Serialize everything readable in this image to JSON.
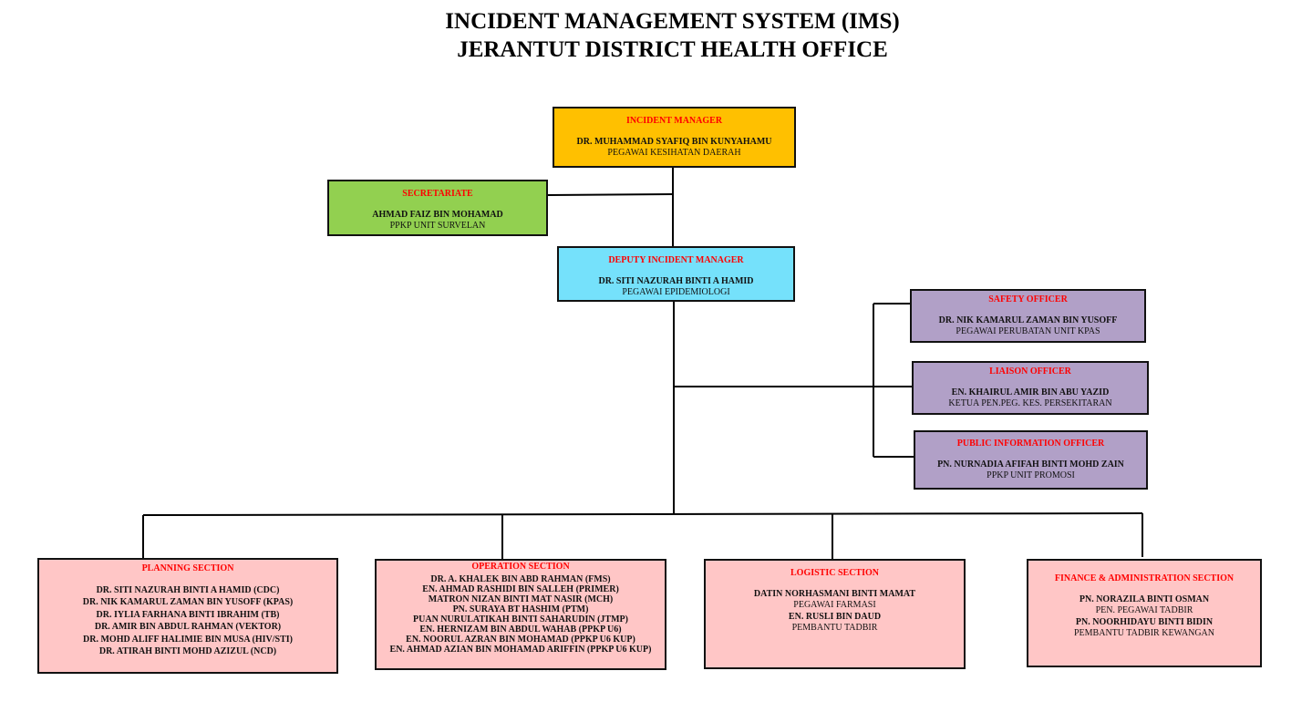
{
  "title": {
    "line1": "INCIDENT MANAGEMENT SYSTEM (IMS)",
    "line2": "JERANTUT DISTRICT HEALTH OFFICE"
  },
  "colors": {
    "manager": "#ffc000",
    "secretariate": "#92d050",
    "deputy": "#75e1fb",
    "officer": "#b1a0c7",
    "section": "#ffc6c6",
    "role_text": "#ff0000"
  },
  "incident_manager": {
    "role": "INCIDENT MANAGER",
    "name": "DR. MUHAMMAD SYAFIQ BIN KUNYAHAMU",
    "position": "PEGAWAI KESIHATAN DAERAH"
  },
  "secretariate": {
    "role": "SECRETARIATE",
    "name": "AHMAD FAIZ BIN MOHAMAD",
    "position": "PPKP UNIT SURVELAN"
  },
  "deputy": {
    "role": "DEPUTY INCIDENT MANAGER",
    "name": "DR. SITI NAZURAH BINTI A HAMID",
    "position": "PEGAWAI EPIDEMIOLOGI"
  },
  "safety": {
    "role": "SAFETY OFFICER",
    "name": "DR. NIK KAMARUL ZAMAN BIN YUSOFF",
    "position": "PEGAWAI PERUBATAN UNIT KPAS"
  },
  "liaison": {
    "role": "LIAISON OFFICER",
    "name": "EN. KHAIRUL AMIR BIN ABU YAZID",
    "position": "KETUA PEN.PEG. KES. PERSEKITARAN"
  },
  "pio": {
    "role": "PUBLIC INFORMATION OFFICER",
    "name": "PN. NURNADIA AFIFAH BINTI MOHD ZAIN",
    "position": "PPKP UNIT PROMOSI"
  },
  "planning": {
    "role": "PLANNING SECTION",
    "members": [
      "DR. SITI NAZURAH BINTI A HAMID (CDC)",
      "DR. NIK KAMARUL ZAMAN BIN YUSOFF (KPAS)",
      "DR. IYLIA FARHANA BINTI IBRAHIM (TB)",
      "DR. AMIR BIN ABDUL RAHMAN (VEKTOR)",
      "DR. MOHD ALIFF HALIMIE BIN MUSA (HIV/STI)",
      "DR. ATIRAH BINTI MOHD AZIZUL (NCD)"
    ]
  },
  "operation": {
    "role": "OPERATION SECTION",
    "members": [
      "DR. A. KHALEK BIN ABD RAHMAN (FMS)",
      "EN. AHMAD RASHIDI BIN SALLEH (PRIMER)",
      "MATRON NIZAN BINTI MAT NASIR (MCH)",
      "PN. SURAYA BT HASHIM (PTM)",
      "PUAN NURULATIKAH BINTI SAHARUDIN (JTMP)",
      "EN. HERNIZAM BIN ABDUL WAHAB (PPKP U6)",
      "EN. NOORUL AZRAN BIN MOHAMAD (PPKP U6 KUP)",
      "EN. AHMAD AZIAN BIN MOHAMAD ARIFFIN (PPKP U6 KUP)"
    ]
  },
  "logistic": {
    "role": "LOGISTIC SECTION",
    "name1": "DATIN NORHASMANI BINTI MAMAT",
    "position1": "PEGAWAI FARMASI",
    "name2": "EN. RUSLI BIN DAUD",
    "position2": "PEMBANTU TADBIR"
  },
  "finance": {
    "role": "FINANCE & ADMINISTRATION SECTION",
    "name1": "PN. NORAZILA BINTI OSMAN",
    "position1": "PEN. PEGAWAI TADBIR",
    "name2": "PN. NOORHIDAYU BINTI BIDIN",
    "position2": "PEMBANTU TADBIR KEWANGAN"
  }
}
